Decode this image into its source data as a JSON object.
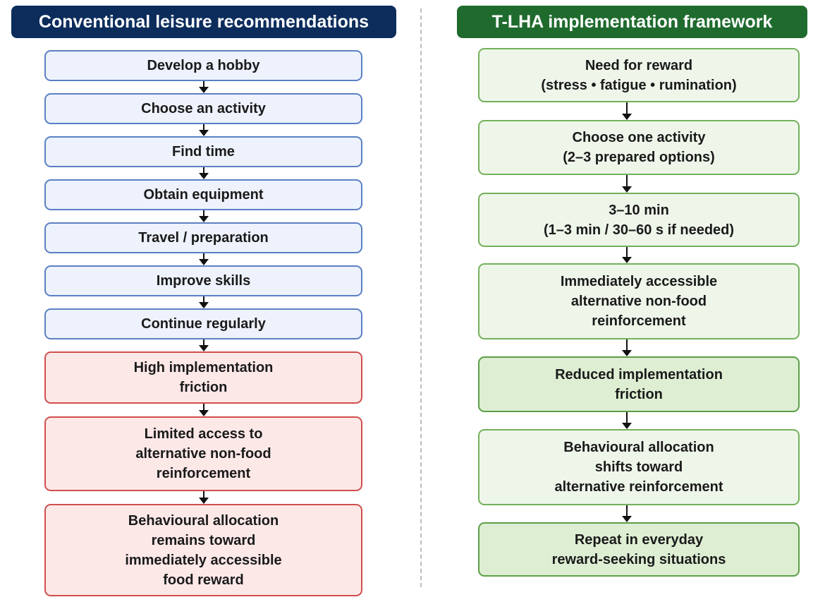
{
  "left": {
    "title": "Conventional leisure recommendations",
    "steps": [
      "Develop a hobby",
      "Choose an activity",
      "Find time",
      "Obtain equipment",
      "Travel / preparation",
      "Improve skills",
      "Continue regularly",
      "High implementation\nfriction",
      "Limited access to\nalternative non-food\nreinforcement",
      "Behavioural allocation\nremains toward\nimmediately accessible\nfood reward"
    ],
    "colors": {
      "header": "#0c2d5c",
      "step": "#edf2fc",
      "barrier": "#fde8e8"
    }
  },
  "right": {
    "title": "T-LHA implementation framework",
    "steps": [
      "Need for reward\n(stress • fatigue • rumination)",
      "Choose one activity\n(2–3 prepared options)",
      "3–10 min\n(1–3 min / 30–60 s if needed)",
      "Immediately accessible\nalternative non-food\nreinforcement",
      "Reduced implementation\nfriction",
      "Behavioural allocation\nshifts toward\nalternative reinforcement",
      "Repeat in everyday\nreward-seeking situations"
    ],
    "colors": {
      "header": "#1f6b2e",
      "step": "#eef6ea",
      "outcome": "#ddeed3"
    }
  }
}
